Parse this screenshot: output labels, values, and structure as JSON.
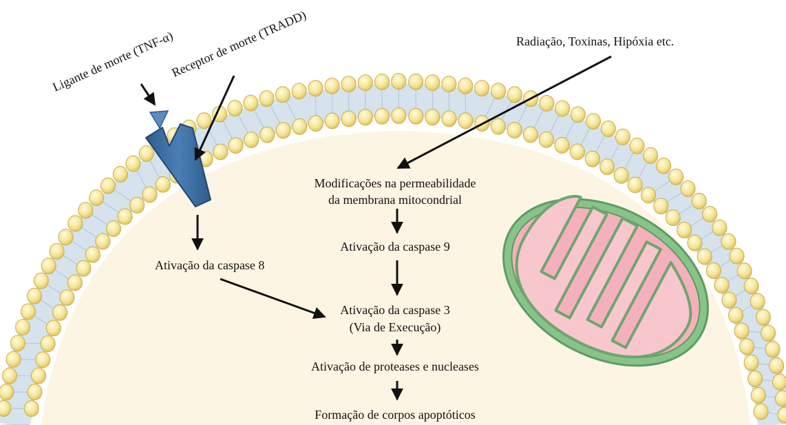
{
  "labels": {
    "ligand": "Ligante de morte (TNF-α)",
    "receptor": "Receptor de morte (TRADD)",
    "stimuli": "Radiação, Toxinas, Hipóxia etc.",
    "mito_permeability_line1": "Modificações na permeabilidade",
    "mito_permeability_line2": "da membrana mitocondrial",
    "caspase9": "Ativação da caspase 9",
    "caspase8": "Ativação da caspase 8",
    "caspase3_line1": "Ativação da caspase 3",
    "caspase3_line2": "(Via de Execução)",
    "proteases": "Ativação de proteases e nucleases",
    "apoptotic_bodies": "Formação de corpos apoptóticos"
  },
  "colors": {
    "cytoplasm": "#fdf5e3",
    "membrane_core": "#d6e3ec",
    "phospholipid_head": "#f5e494",
    "phospholipid_head_edge": "#c9ad4c",
    "receptor": "#3e6fa3",
    "receptor_edge": "#24476e",
    "mito_outer": "#86c183",
    "mito_inner": "#f0a9b3",
    "mito_matrix": "#f7c6cc",
    "arrow": "#111111"
  }
}
